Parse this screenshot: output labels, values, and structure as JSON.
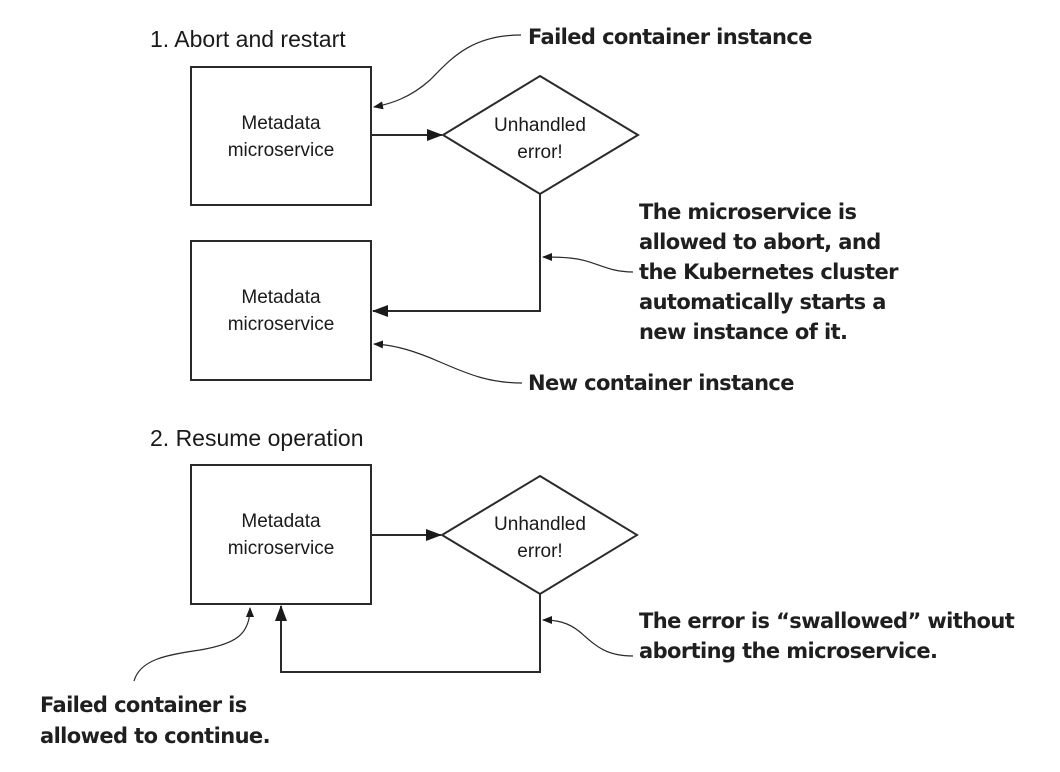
{
  "sections": [
    {
      "title": "1. Abort and restart",
      "nodes": {
        "failed_box": {
          "line1": "Metadata",
          "line2": "microservice"
        },
        "error_diamond": {
          "line1": "Unhandled",
          "line2": "error!"
        },
        "new_box": {
          "line1": "Metadata",
          "line2": "microservice"
        }
      },
      "callouts": {
        "failed_instance": {
          "lines": [
            "Failed container instance"
          ]
        },
        "abort_explanation": {
          "lines": [
            "The microservice is",
            "allowed to abort, and",
            "the Kubernetes cluster",
            "automatically starts a",
            "new instance of it."
          ]
        },
        "new_instance": {
          "lines": [
            "New container instance"
          ]
        }
      }
    },
    {
      "title": "2. Resume operation",
      "nodes": {
        "service_box": {
          "line1": "Metadata",
          "line2": "microservice"
        },
        "error_diamond": {
          "line1": "Unhandled",
          "line2": "error!"
        }
      },
      "callouts": {
        "swallowed": {
          "lines": [
            "The error is “swallowed” without",
            "aborting the microservice."
          ]
        },
        "continue": {
          "lines": [
            "Failed container is",
            "allowed to continue."
          ]
        }
      }
    }
  ]
}
